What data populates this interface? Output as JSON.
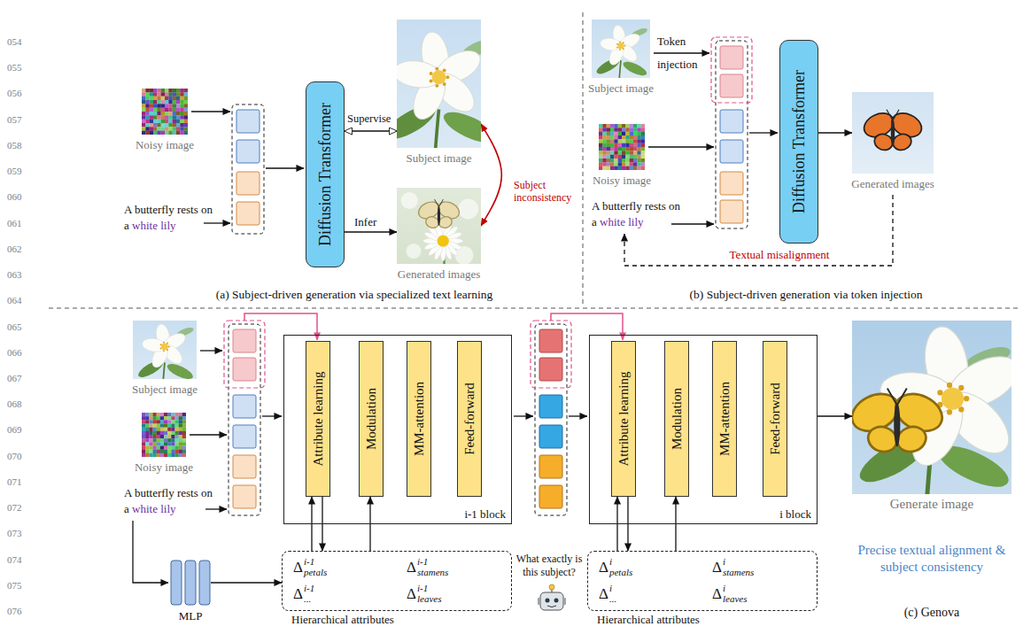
{
  "diagram": {
    "nodes": [
      {
        "text": [
          "Noisy image"
        ]
      },
      {
        "text": [
          "Diffusion Transformer"
        ]
      },
      {
        "text": [
          "Subject image"
        ]
      },
      {
        "text": [
          "Generated images"
        ]
      },
      {
        "text": [
          "Subject image"
        ]
      },
      {
        "text": [
          "Noisy image"
        ]
      },
      {
        "text": [
          "Diffusion Transformer"
        ]
      },
      {
        "text": [
          "Generated images"
        ]
      },
      {
        "text": [
          "Subject image"
        ]
      },
      {
        "text": [
          "Noisy image"
        ]
      },
      {
        "text": [
          "i-1 block"
        ]
      },
      {
        "text": [
          "Attribute learning"
        ],
        "in": 10
      },
      {
        "text": [
          "Modulation"
        ],
        "in": 10
      },
      {
        "text": [
          "MM-attention"
        ],
        "in": 10
      },
      {
        "text": [
          "Feed-forward"
        ],
        "in": 10
      },
      {
        "text": [
          "i block"
        ]
      },
      {
        "text": [
          "Attribute learning"
        ],
        "in": 15
      },
      {
        "text": [
          "Modulation"
        ],
        "in": 15
      },
      {
        "text": [
          "MM-attention"
        ],
        "in": 15
      },
      {
        "text": [
          "Feed-forward"
        ],
        "in": 15
      },
      {
        "text": [
          "Generate image"
        ]
      },
      {
        "text": [
          "MLP"
        ]
      },
      {
        "text": [
          "Δ",
          "i-1",
          "petals",
          "Δ",
          "i-1",
          "stamens",
          "Δ",
          "i-1",
          "...",
          "Δ",
          "i-1",
          "leaves",
          "Hierarchical attributes"
        ]
      },
      {
        "text": [
          "Δ",
          "i",
          "petals",
          "Δ",
          "i",
          "stamens",
          "Δ",
          "i",
          "...",
          "Δ",
          "i",
          "leaves",
          "Hierarchical attributes"
        ]
      }
    ],
    "edges": [
      {
        "from": 1,
        "to": 2,
        "arrow": "both",
        "label": "Supervise"
      },
      {
        "from": 1,
        "to": 3,
        "arrow": "to",
        "label": "Infer"
      },
      {
        "from": 2,
        "to": 3,
        "arrow": "both",
        "label": "Subject inconsistency"
      },
      {
        "from": 6,
        "to": 7,
        "arrow": "to"
      },
      {
        "from": 15,
        "to": 20,
        "arrow": "to"
      },
      {
        "from": 21,
        "to": 22,
        "arrow": "to"
      },
      {
        "from": 22,
        "to": 11,
        "arrow": "to"
      },
      {
        "from": 11,
        "to": 22,
        "arrow": "to"
      },
      {
        "from": 22,
        "to": 12,
        "arrow": "to"
      },
      {
        "from": 23,
        "to": 16,
        "arrow": "to"
      },
      {
        "from": 16,
        "to": 23,
        "arrow": "to"
      },
      {
        "from": 23,
        "to": 17,
        "arrow": "to"
      }
    ],
    "labels": [
      "054",
      "055",
      "056",
      "057",
      "058",
      "059",
      "060",
      "061",
      "062",
      "063",
      "064",
      "065",
      "066",
      "067",
      "068",
      "069",
      "070",
      "071",
      "072",
      "073",
      "074",
      "075",
      "076",
      "A butterfly rests on a",
      "white lily",
      "(a) Subject-driven generation via specialized text learning",
      "Token injection",
      "A butterfly rests on a",
      "white lily",
      "Textual misalignment",
      "(b) Subject-driven generation via token injection",
      "A butterfly rests on a",
      "white lily",
      "What exactly is this subject?",
      "Precise textual alignment & subject consistency",
      "(c) Genova"
    ]
  }
}
